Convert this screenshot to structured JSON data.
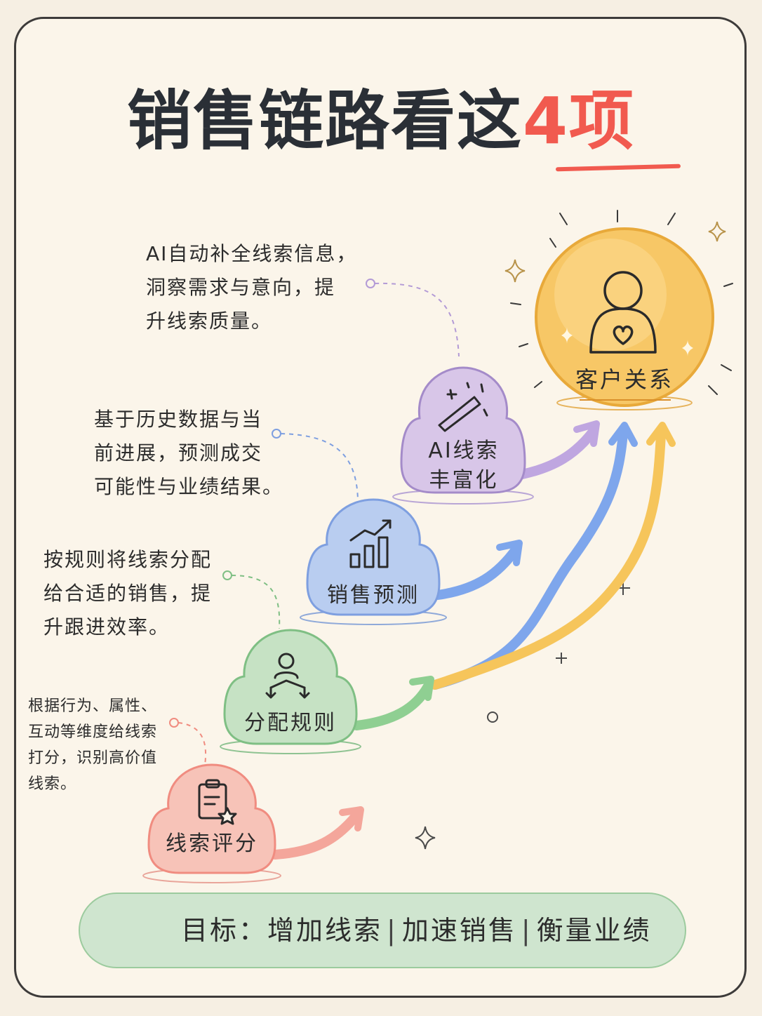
{
  "title": {
    "main": "销售链路看这",
    "highlight": "4项"
  },
  "steps": [
    {
      "id": "lead-scoring",
      "label": "线索评分",
      "icon": "clipboard-star-icon",
      "color": "#f4b3a6",
      "desc_lines": [
        "根据行为、属性、",
        "互动等维度给线索",
        "打分，识别高价值",
        "线索。"
      ]
    },
    {
      "id": "assignment-rules",
      "label": "分配规则",
      "icon": "person-split-arrows-icon",
      "color": "#b9dcb8",
      "desc_lines": [
        "按规则将线索分配",
        "给合适的销售，提",
        "升跟进效率。"
      ]
    },
    {
      "id": "sales-forecast",
      "label": "销售预测",
      "icon": "bar-chart-trend-icon",
      "color": "#b9cdf0",
      "desc_lines": [
        "基于历史数据与当",
        "前进展，预测成交",
        "可能性与业绩结果。"
      ]
    },
    {
      "id": "ai-enrichment",
      "label_lines": [
        "AI线索",
        "丰富化"
      ],
      "icon": "magic-wand-icon",
      "color": "#d8c6e8",
      "desc_lines": [
        "AI自动补全线索信息，",
        "洞察需求与意向，提",
        "升线索质量。"
      ]
    }
  ],
  "goal_node": {
    "label": "客户关系",
    "icon": "person-heart-icon",
    "color": "#f7c766"
  },
  "goal": {
    "icon": "target-arrow-icon",
    "prefix": "目标：",
    "items": [
      "增加线索",
      "加速销售",
      "衡量业绩"
    ],
    "separator": "|"
  }
}
